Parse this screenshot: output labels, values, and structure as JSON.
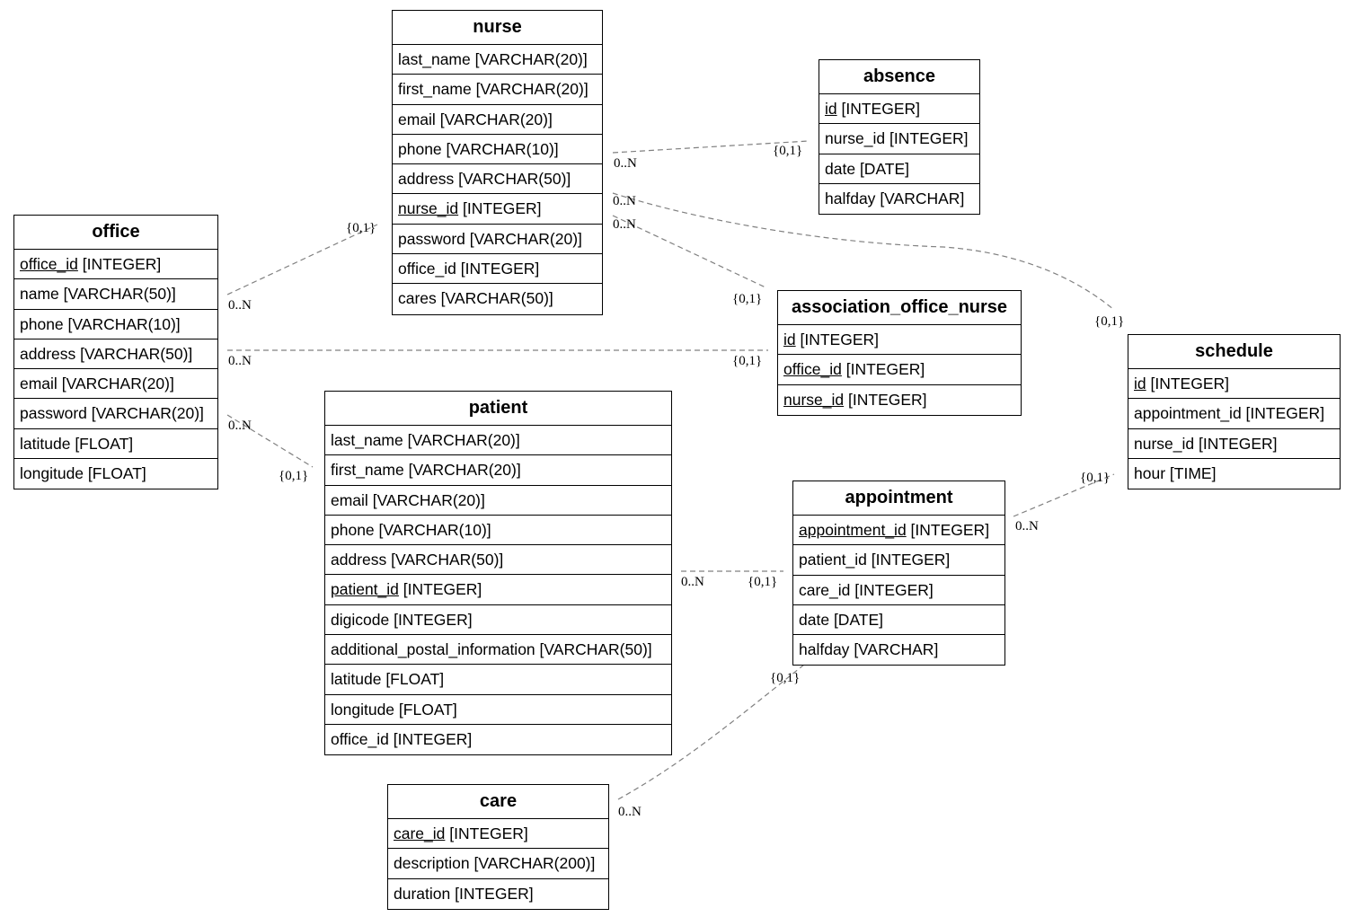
{
  "entities": {
    "nurse": {
      "title": "nurse",
      "attributes": [
        {
          "name": "last_name",
          "type": "[VARCHAR(20)]",
          "pk": false
        },
        {
          "name": "first_name",
          "type": "[VARCHAR(20)]",
          "pk": false
        },
        {
          "name": "email",
          "type": "[VARCHAR(20)]",
          "pk": false
        },
        {
          "name": "phone",
          "type": "[VARCHAR(10)]",
          "pk": false
        },
        {
          "name": "address",
          "type": "[VARCHAR(50)]",
          "pk": false
        },
        {
          "name": "nurse_id",
          "type": "[INTEGER]",
          "pk": true
        },
        {
          "name": "password",
          "type": "[VARCHAR(20)]",
          "pk": false
        },
        {
          "name": "office_id",
          "type": "[INTEGER]",
          "pk": false
        },
        {
          "name": "cares",
          "type": "[VARCHAR(50)]",
          "pk": false
        }
      ]
    },
    "absence": {
      "title": "absence",
      "attributes": [
        {
          "name": "id",
          "type": "[INTEGER]",
          "pk": true
        },
        {
          "name": "nurse_id",
          "type": "[INTEGER]",
          "pk": false
        },
        {
          "name": "date",
          "type": "[DATE]",
          "pk": false
        },
        {
          "name": "halfday",
          "type": "[VARCHAR]",
          "pk": false
        }
      ]
    },
    "office": {
      "title": "office",
      "attributes": [
        {
          "name": "office_id",
          "type": "[INTEGER]",
          "pk": true
        },
        {
          "name": "name",
          "type": "[VARCHAR(50)]",
          "pk": false
        },
        {
          "name": "phone",
          "type": "[VARCHAR(10)]",
          "pk": false
        },
        {
          "name": "address",
          "type": "[VARCHAR(50)]",
          "pk": false
        },
        {
          "name": "email",
          "type": "[VARCHAR(20)]",
          "pk": false
        },
        {
          "name": "password",
          "type": "[VARCHAR(20)]",
          "pk": false
        },
        {
          "name": "latitude",
          "type": "[FLOAT]",
          "pk": false
        },
        {
          "name": "longitude",
          "type": "[FLOAT]",
          "pk": false
        }
      ]
    },
    "association_office_nurse": {
      "title": "association_office_nurse",
      "attributes": [
        {
          "name": "id",
          "type": "[INTEGER]",
          "pk": true
        },
        {
          "name": "office_id",
          "type": "[INTEGER]",
          "pk": true
        },
        {
          "name": "nurse_id",
          "type": "[INTEGER]",
          "pk": true
        }
      ]
    },
    "schedule": {
      "title": "schedule",
      "attributes": [
        {
          "name": "id",
          "type": "[INTEGER]",
          "pk": true
        },
        {
          "name": "appointment_id",
          "type": "[INTEGER]",
          "pk": false
        },
        {
          "name": "nurse_id",
          "type": "[INTEGER]",
          "pk": false
        },
        {
          "name": "hour",
          "type": "[TIME]",
          "pk": false
        }
      ]
    },
    "patient": {
      "title": "patient",
      "attributes": [
        {
          "name": "last_name",
          "type": "[VARCHAR(20)]",
          "pk": false
        },
        {
          "name": "first_name",
          "type": "[VARCHAR(20)]",
          "pk": false
        },
        {
          "name": "email",
          "type": "[VARCHAR(20)]",
          "pk": false
        },
        {
          "name": "phone",
          "type": "[VARCHAR(10)]",
          "pk": false
        },
        {
          "name": "address",
          "type": "[VARCHAR(50)]",
          "pk": false
        },
        {
          "name": "patient_id",
          "type": "[INTEGER]",
          "pk": true
        },
        {
          "name": "digicode",
          "type": "[INTEGER]",
          "pk": false
        },
        {
          "name": "additional_postal_information",
          "type": "[VARCHAR(50)]",
          "pk": false
        },
        {
          "name": "latitude",
          "type": "[FLOAT]",
          "pk": false
        },
        {
          "name": "longitude",
          "type": "[FLOAT]",
          "pk": false
        },
        {
          "name": "office_id",
          "type": "[INTEGER]",
          "pk": false
        }
      ]
    },
    "appointment": {
      "title": "appointment",
      "attributes": [
        {
          "name": "appointment_id",
          "type": "[INTEGER]",
          "pk": true
        },
        {
          "name": "patient_id",
          "type": "[INTEGER]",
          "pk": false
        },
        {
          "name": "care_id",
          "type": "[INTEGER]",
          "pk": false
        },
        {
          "name": "date",
          "type": "[DATE]",
          "pk": false
        },
        {
          "name": "halfday",
          "type": "[VARCHAR]",
          "pk": false
        }
      ]
    },
    "care": {
      "title": "care",
      "attributes": [
        {
          "name": "care_id",
          "type": "[INTEGER]",
          "pk": true
        },
        {
          "name": "description",
          "type": "[VARCHAR(200)]",
          "pk": false
        },
        {
          "name": "duration",
          "type": "[INTEGER]",
          "pk": false
        }
      ]
    }
  },
  "relationships": [
    {
      "id": "nurse-absence",
      "from": "nurse",
      "to": "absence",
      "from_card": "0..N",
      "to_card": "{0,1}"
    },
    {
      "id": "nurse-schedule",
      "from": "nurse",
      "to": "schedule",
      "from_card": "0..N",
      "to_card": "{0,1}"
    },
    {
      "id": "nurse-association",
      "from": "nurse",
      "to": "association_office_nurse",
      "from_card": "0..N",
      "to_card": "{0,1}"
    },
    {
      "id": "office-nurse",
      "from": "office",
      "to": "nurse",
      "from_card": "0..N",
      "to_card": "{0,1}"
    },
    {
      "id": "office-association",
      "from": "office",
      "to": "association_office_nurse",
      "from_card": "0..N",
      "to_card": "{0,1}"
    },
    {
      "id": "office-patient",
      "from": "office",
      "to": "patient",
      "from_card": "0..N",
      "to_card": "{0,1}"
    },
    {
      "id": "patient-appointment",
      "from": "patient",
      "to": "appointment",
      "from_card": "0..N",
      "to_card": "{0,1}"
    },
    {
      "id": "appointment-schedule",
      "from": "appointment",
      "to": "schedule",
      "from_card": "0..N",
      "to_card": "{0,1}"
    },
    {
      "id": "care-appointment",
      "from": "care",
      "to": "appointment",
      "from_card": "0..N",
      "to_card": "{0,1}"
    }
  ]
}
